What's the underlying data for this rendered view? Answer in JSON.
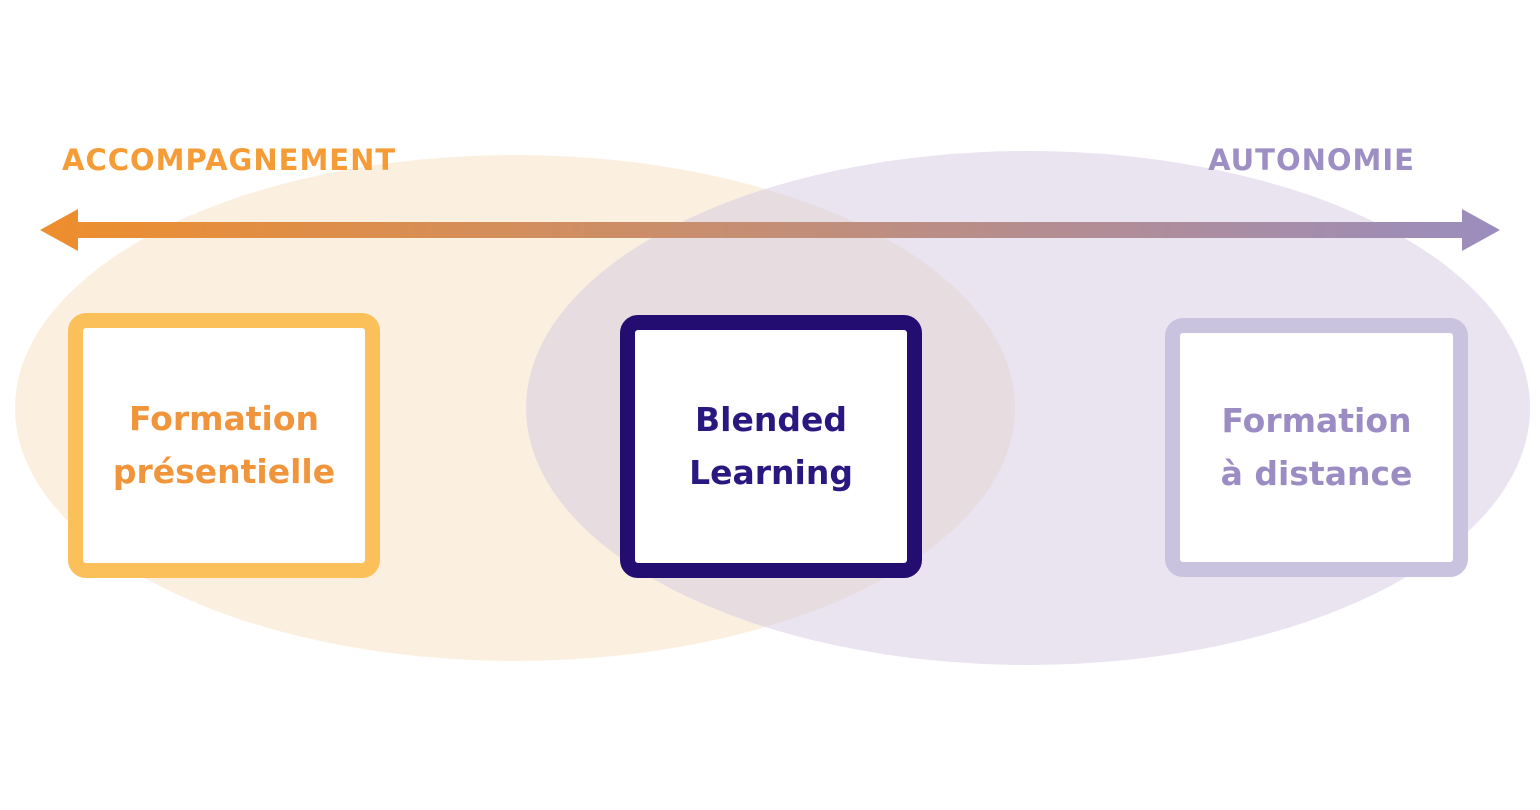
{
  "axis": {
    "left_label": "ACCOMPAGNEMENT",
    "right_label": "AUTONOMIE",
    "left_label_color": "#F59C36",
    "right_label_color": "#9D8EC4",
    "arrow": {
      "type": "double-headed-gradient-arrow",
      "gradient_start": "#EE8E2D",
      "gradient_end": "#9A8DBE"
    }
  },
  "zones": {
    "left": {
      "name": "accompagnement-zone",
      "color": "#FBF0E0"
    },
    "right": {
      "name": "autonomie-zone",
      "color": "rgba(212,204,227,0.52)"
    }
  },
  "nodes": [
    {
      "line1": "Formation",
      "line2": "présentielle",
      "border_color": "#FCC05A",
      "text_color": "#F0953C"
    },
    {
      "line1": "Blended",
      "line2": "Learning",
      "border_color": "#230D71",
      "text_color": "#2B1780"
    },
    {
      "line1": "Formation",
      "line2": "à distance",
      "border_color": "#C9C3E0",
      "text_color": "#9C8CC4"
    }
  ]
}
